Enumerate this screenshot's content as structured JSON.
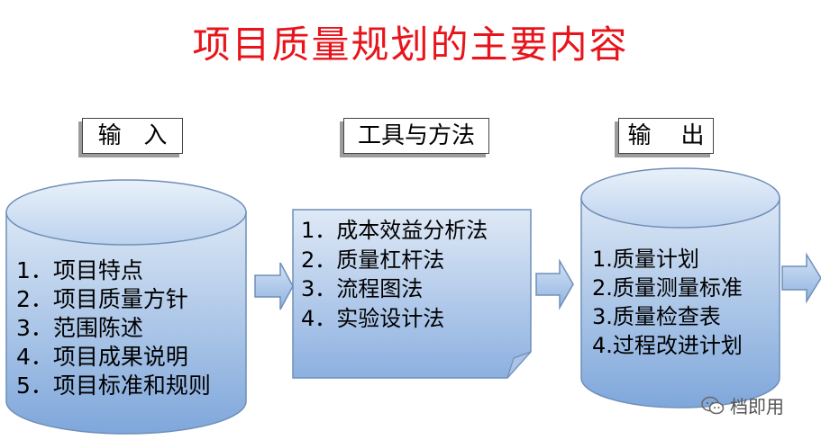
{
  "title": "项目质量规划的主要内容",
  "labels": {
    "input": "输   入",
    "tools": "工具与方法",
    "output": "输    出"
  },
  "input_items": [
    "1．项目特点",
    "2．项目质量方针",
    "3．范围陈述",
    "4．项目成果说明",
    "5．项目标准和规则"
  ],
  "tools_items": [
    "1．成本效益分析法",
    "2．质量杠杆法",
    "3．流程图法",
    "4．实验设计法"
  ],
  "output_items": [
    "1.质量计划",
    "2.质量测量标准",
    "3.质量检查表",
    "4.过程改进计划"
  ],
  "watermark": "档即用",
  "colors": {
    "title": "#e8141b",
    "shape_fill_light": "#dae6f4",
    "shape_fill_dark": "#8fb3e1",
    "shape_stroke": "#6f8fb8"
  }
}
